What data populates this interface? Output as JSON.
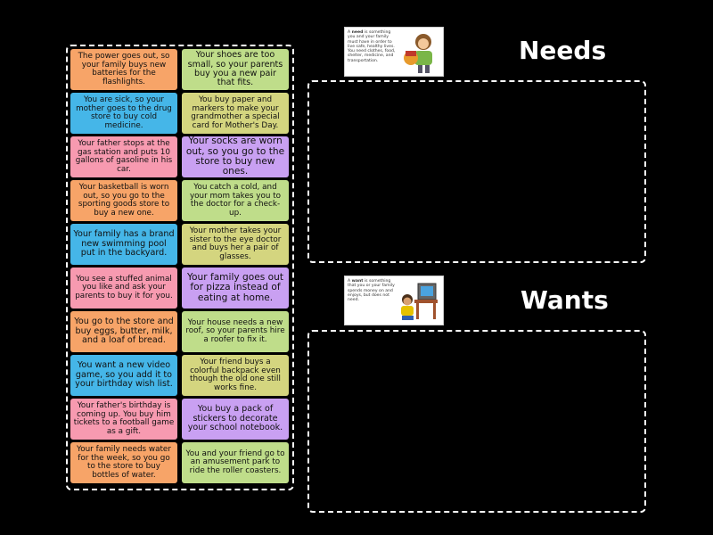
{
  "cards": [
    {
      "text": "The power goes out, so your family buys new batteries for the flashlights.",
      "color": "orange"
    },
    {
      "text": "Your shoes are too small, so your parents buy you a new pair that fits.",
      "color": "green"
    },
    {
      "text": "You are sick, so your mother goes to the drug store to buy cold medicine.",
      "color": "blue"
    },
    {
      "text": "You buy paper and markers to make your grandmother a special card for Mother's Day.",
      "color": "khaki"
    },
    {
      "text": "Your father stops at the gas station and puts 10 gallons of gasoline in his car.",
      "color": "pink"
    },
    {
      "text": "Your socks are worn out, so you go to the store to buy new ones.",
      "color": "purple"
    },
    {
      "text": "Your basketball is worn out, so you go to the sporting goods store to buy a new one.",
      "color": "orange"
    },
    {
      "text": "You catch a cold, and your mom takes you to the doctor for a check-up.",
      "color": "green"
    },
    {
      "text": "Your family has a brand new swimming pool put in the backyard.",
      "color": "blue"
    },
    {
      "text": "Your mother takes your sister to the eye doctor and buys her a pair of glasses.",
      "color": "khaki"
    },
    {
      "text": "You see a stuffed animal you like and ask your parents to buy it for you.",
      "color": "pink"
    },
    {
      "text": "Your family goes out for pizza instead of eating at home.",
      "color": "purple"
    },
    {
      "text": "You go to the store and buy eggs, butter, milk, and a loaf of bread.",
      "color": "orange"
    },
    {
      "text": "Your house needs a new roof, so your parents hire a roofer to fix it.",
      "color": "green"
    },
    {
      "text": "You want a new video game, so you add it to your birthday wish list.",
      "color": "blue"
    },
    {
      "text": "Your friend buys a colorful backpack even though the old one still works fine.",
      "color": "khaki"
    },
    {
      "text": "Your father's birthday is coming up. You buy him tickets to a football game as a gift.",
      "color": "pink"
    },
    {
      "text": "You buy a pack of stickers to decorate your school notebook.",
      "color": "purple"
    },
    {
      "text": "Your family needs water for the week, so you go to the store to buy bottles of water.",
      "color": "orange"
    },
    {
      "text": "You and your friend go to an amusement park to ride the roller coasters.",
      "color": "green"
    }
  ],
  "groups": [
    {
      "title": "Needs",
      "ref_bold": "need",
      "ref_text": "A need is something you and your family must have in order to live safe, healthy lives. You need clothes, food, shelter, medicine, and transportation."
    },
    {
      "title": "Wants",
      "ref_bold": "want",
      "ref_text": "A want is something that you or your family spends money on and enjoys, but does not need."
    }
  ],
  "colors": {
    "orange": "#f7a468",
    "green": "#bfdd8a",
    "blue": "#45b6e8",
    "khaki": "#d4d57f",
    "pink": "#f79ab0",
    "purple": "#c9a0f2"
  }
}
